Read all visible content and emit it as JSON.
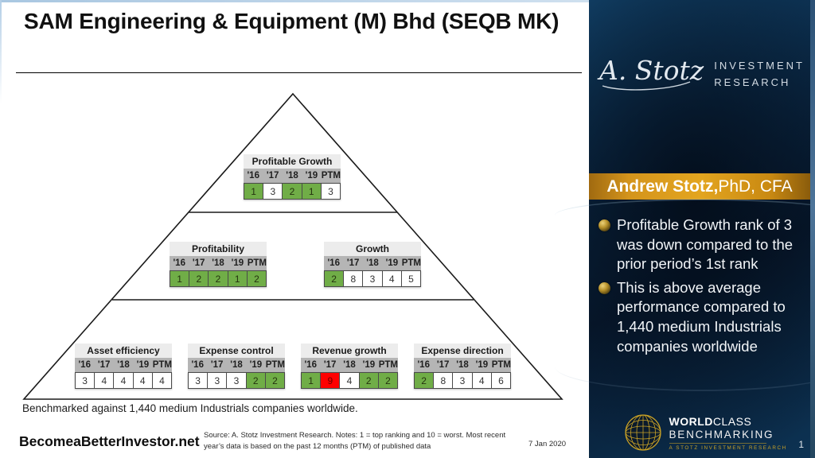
{
  "slide": {
    "title": "SAM Engineering & Equipment (M) Bhd (SEQB MK)",
    "benchmark_note": "Benchmarked against 1,440 medium Industrials companies worldwide.",
    "website": "BecomeaBetterInvestor.net",
    "source_note_line1": "Source: A. Stotz Investment Research. Notes: 1 = top ranking and 10 = worst. Most recent",
    "source_note_line2": "year’s data is based on the past 12 months (PTM) of published data",
    "date": "7 Jan 2020"
  },
  "pyramid": {
    "year_headers": [
      "'16",
      "'17",
      "'18",
      "'19",
      "PTM"
    ],
    "blocks": [
      {
        "id": "profitable-growth",
        "label": "Profitable Growth",
        "level": 1,
        "values": [
          "1",
          "3",
          "2",
          "1",
          "3"
        ],
        "colors": [
          "green",
          "white",
          "green",
          "green",
          "white"
        ]
      },
      {
        "id": "profitability",
        "label": "Profitability",
        "level": 2,
        "values": [
          "1",
          "2",
          "2",
          "1",
          "2"
        ],
        "colors": [
          "green",
          "green",
          "green",
          "green",
          "green"
        ]
      },
      {
        "id": "growth",
        "label": "Growth",
        "level": 2,
        "values": [
          "2",
          "8",
          "3",
          "4",
          "5"
        ],
        "colors": [
          "green",
          "white",
          "white",
          "white",
          "white"
        ]
      },
      {
        "id": "asset-efficiency",
        "label": "Asset efficiency",
        "level": 3,
        "values": [
          "3",
          "4",
          "4",
          "4",
          "4"
        ],
        "colors": [
          "white",
          "white",
          "white",
          "white",
          "white"
        ]
      },
      {
        "id": "expense-control",
        "label": "Expense control",
        "level": 3,
        "values": [
          "3",
          "3",
          "3",
          "2",
          "2"
        ],
        "colors": [
          "white",
          "white",
          "white",
          "green",
          "green"
        ]
      },
      {
        "id": "revenue-growth",
        "label": "Revenue growth",
        "level": 3,
        "values": [
          "1",
          "9",
          "4",
          "2",
          "2"
        ],
        "colors": [
          "green",
          "red",
          "white",
          "green",
          "green"
        ]
      },
      {
        "id": "expense-direction",
        "label": "Expense direction",
        "level": 3,
        "values": [
          "2",
          "8",
          "3",
          "4",
          "6"
        ],
        "colors": [
          "green",
          "white",
          "white",
          "white",
          "white"
        ]
      }
    ]
  },
  "sidebar": {
    "logo": {
      "script": "A. Stotz",
      "caps_line1": "INVESTMENT",
      "caps_line2": "RESEARCH"
    },
    "author": {
      "name": "Andrew Stotz,",
      "credentials": " PhD, CFA"
    },
    "bullets": [
      "Profitable Growth rank of 3 was down compared to the prior period’s 1st rank",
      "This is above average performance compared to 1,440 medium Industrials companies worldwide"
    ],
    "brand": {
      "word1": "WORLD",
      "word2": "CLASS",
      "line2": "BENCHMARKING",
      "tagline": "A STOTZ INVESTMENT RESEARCH"
    },
    "page_number": "1"
  },
  "colors": {
    "rank_green": "#70AD47",
    "rank_red": "#FF0000",
    "gold_band": "#D0901A",
    "navy_background": "#081C30",
    "block_header_gray": "#ECECEC",
    "year_row_gray": "#B5B5B5",
    "top_edge_blue": "#A9C7E1"
  }
}
